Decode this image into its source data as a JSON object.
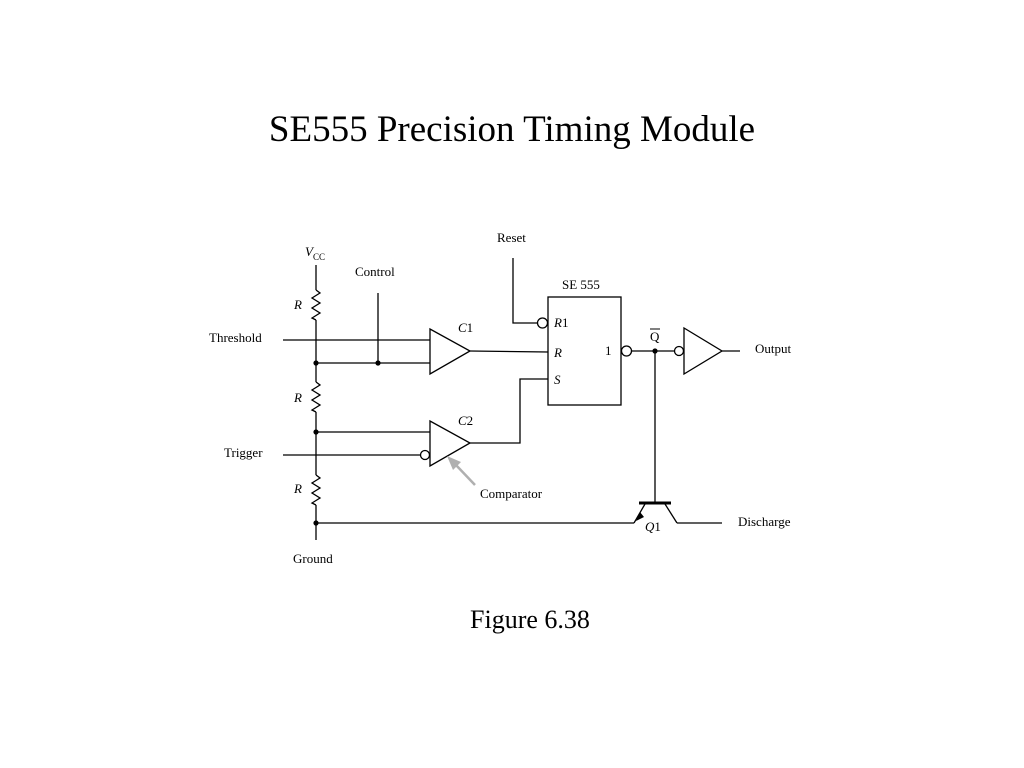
{
  "title": "SE555 Precision Timing Module",
  "caption": "Figure 6.38",
  "labels": {
    "vcc_main": "V",
    "vcc_sub": "CC",
    "control": "Control",
    "reset": "Reset",
    "ic_name": "SE 555",
    "pin_r1_letter": "R",
    "pin_r1_num": "1",
    "pin_r": "R",
    "pin_s": "S",
    "ic_output": "1",
    "q_bar": "Q",
    "output": "Output",
    "threshold": "Threshold",
    "trigger": "Trigger",
    "resistor_top": "R",
    "resistor_mid": "R",
    "resistor_bottom": "R",
    "comp1_letter": "C",
    "comp1_num": "1",
    "comp2_letter": "C",
    "comp2_num": "2",
    "comparator": "Comparator",
    "transistor_letter": "Q",
    "transistor_num": "1",
    "discharge": "Discharge",
    "ground": "Ground"
  },
  "colors": {
    "wire": "#000000",
    "annotation_arrow": "#b0b0b0"
  }
}
